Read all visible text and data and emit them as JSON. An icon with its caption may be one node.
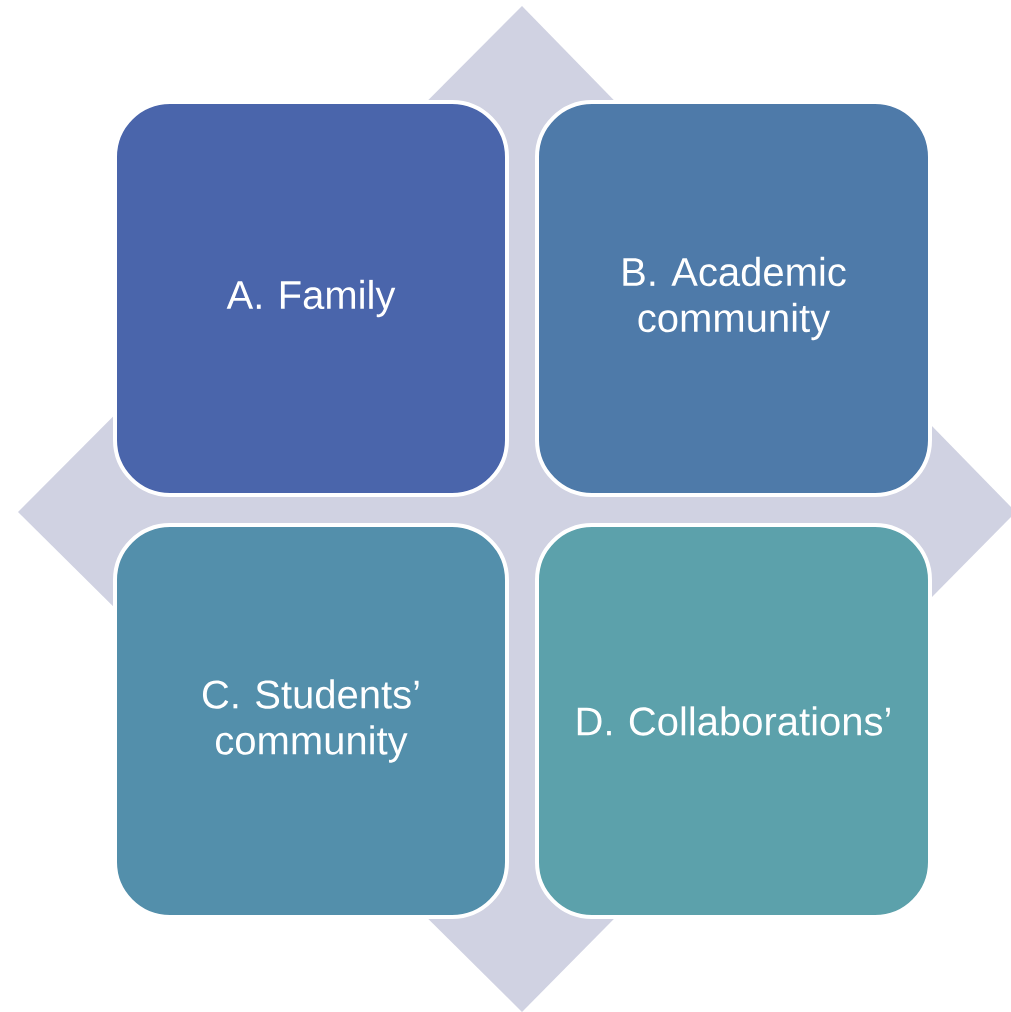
{
  "diagram": {
    "nodes": [
      {
        "text": [
          "A. Family"
        ]
      },
      {
        "text": [
          "B. Academic community"
        ]
      },
      {
        "text": [
          "C. Students’ community"
        ]
      },
      {
        "text": [
          "D. Collaborations’"
        ]
      }
    ]
  }
}
